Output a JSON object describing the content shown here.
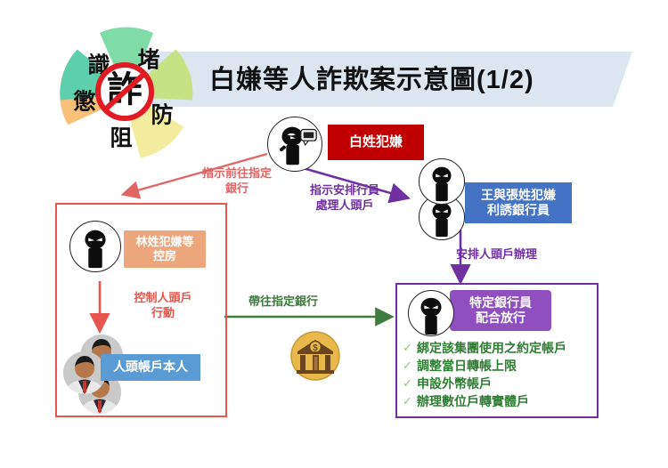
{
  "header": {
    "title": "白嫌等人詐欺案示意圖(1/2)",
    "banner_color": "#dce6f1"
  },
  "logo": {
    "name": "anti-fraud-wheel",
    "center_char": "詐",
    "center_color": "#e01b24",
    "segments": [
      {
        "label": "識",
        "color": "#5ecfad"
      },
      {
        "label": "堵",
        "color": "#7fdca6"
      },
      {
        "label": "防",
        "color": "#c5e384"
      },
      {
        "label": "阻",
        "color": "#f3ec9e"
      },
      {
        "label": "懲",
        "color": "#f8c078"
      }
    ]
  },
  "nodes": {
    "white_suspect": {
      "label": "白姓犯嫌",
      "color": "#c00000"
    },
    "wang_zhang": {
      "line1": "王與張姓犯嫌",
      "line2": "利誘銀行員",
      "color": "#4472c4"
    },
    "lin_group": {
      "line1": "林姓犯嫌等",
      "line2": "控房",
      "color": "#eda57c"
    },
    "dummy_account": {
      "label": "人頭帳戶本人",
      "color": "#5b9bd5"
    },
    "bank_clerk": {
      "line1": "特定銀行員",
      "line2": "配合放行",
      "color": "#8f4fbf"
    }
  },
  "arrows": {
    "goto_bank": {
      "text": "指示前往指定\n銀行",
      "color": "#e06666"
    },
    "instruct_clerk": {
      "text": "指示安排行員\n處理人頭戶",
      "color": "#7030a0"
    },
    "arrange_dummy": {
      "text": "安排人頭戶辦理",
      "color": "#7030a0"
    },
    "control_dummy": {
      "text": "控制人頭戶\n行動",
      "color": "#e8554c"
    },
    "take_to_bank": {
      "text": "帶往指定銀行",
      "color": "#3f7a3f"
    }
  },
  "checklist": {
    "mark": "✓",
    "mark_color": "#8fc47f",
    "text_color": "#2e7d32",
    "items": [
      "綁定該集團使用之約定帳戶",
      "調整當日轉帳上限",
      "申設外幣帳戶",
      "辦理數位戶轉實體戶"
    ]
  },
  "frames": {
    "red_group": {
      "color": "#e8554c"
    },
    "purple_group": {
      "color": "#7030a0"
    }
  },
  "bank_icon": {
    "name": "bank-building-icon",
    "symbol": "$",
    "color": "#e8b84b"
  }
}
